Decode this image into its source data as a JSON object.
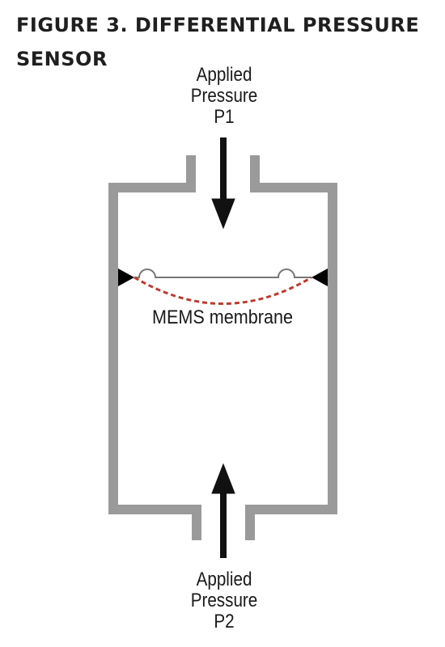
{
  "title": "FIGURE 3. DIFFERENTIAL PRESSURE SENSOR",
  "top_label": [
    "Applied",
    "Pressure",
    "P1"
  ],
  "bottom_label": [
    "Applied",
    "Pressure",
    "P2"
  ],
  "membrane_label": "MEMS membrane",
  "colors": {
    "housing": "#9a9a9a",
    "arrow": "#111111",
    "membrane": "#777777",
    "deflection": "#c0392b",
    "clamp": "#000000"
  }
}
